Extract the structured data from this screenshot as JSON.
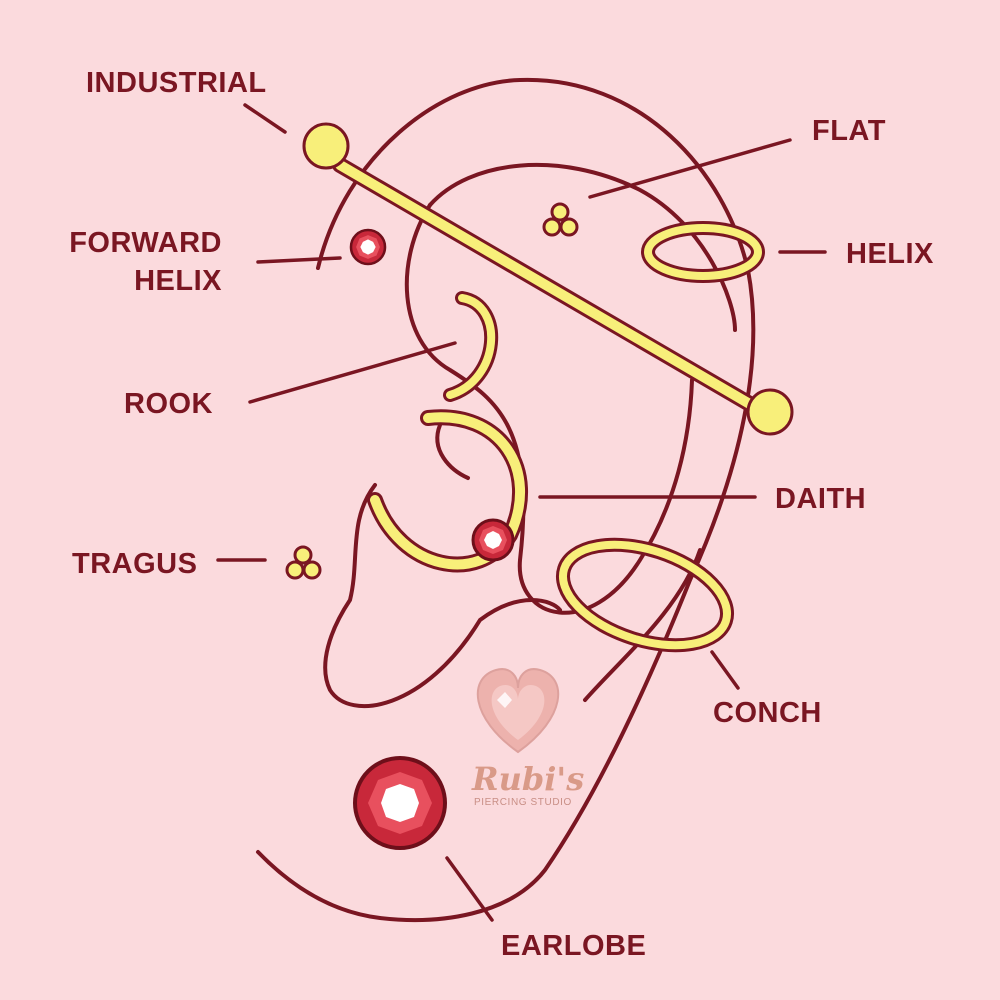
{
  "labels": {
    "industrial": "INDUSTRIAL",
    "forward_helix_1": "FORWARD",
    "forward_helix_2": "HELIX",
    "rook": "ROOK",
    "tragus": "TRAGUS",
    "flat": "FLAT",
    "helix": "HELIX",
    "daith": "DAITH",
    "conch": "CONCH",
    "earlobe": "EARLOBE"
  },
  "brand": {
    "name": "Rubi's",
    "tagline": "PIERCING STUDIO",
    "icon": "heart-gem-icon"
  },
  "colors": {
    "background": "#fbdadd",
    "outline": "#7a1622",
    "jewelry": "#f8ef7a",
    "gem": "#c8283a"
  }
}
